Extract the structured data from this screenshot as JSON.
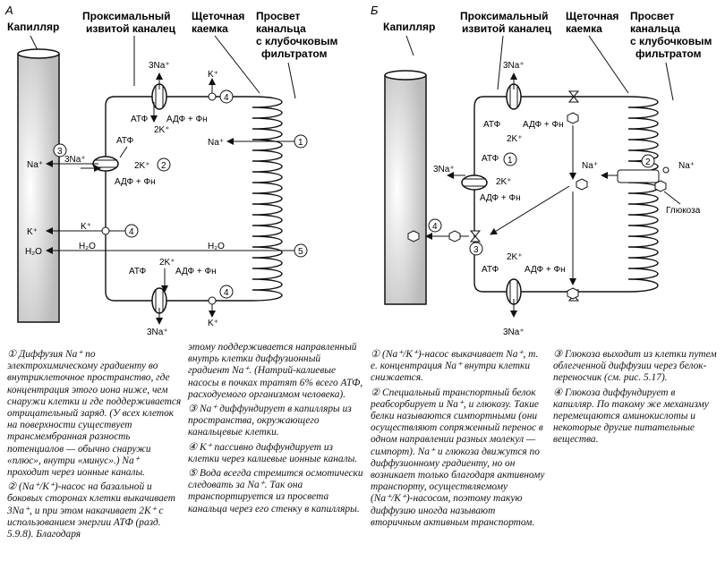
{
  "panel_a": {
    "letter": "А",
    "capillary": "Капилляр",
    "tubule": [
      "Проксимальный",
      "извитой каналец"
    ],
    "brush": [
      "Щеточная",
      "каемка"
    ],
    "lumen": [
      "Просвет",
      "канальца",
      "с клубочковым",
      "фильтратом"
    ],
    "top_na": "3Na⁺",
    "top_k": "K⁺",
    "atf": "АТФ",
    "adf": "АДФ + Фн",
    "two_k": "2K⁺",
    "na": "Na⁺",
    "three_na": "3Na⁺",
    "k": "K⁺",
    "h2o": "H₂O",
    "n1": "1",
    "n2": "2",
    "n3": "3",
    "n4": "4",
    "n5": "5"
  },
  "panel_b": {
    "letter": "Б",
    "capillary": "Капилляр",
    "tubule": [
      "Проксимальный",
      "извитой каналец"
    ],
    "brush": [
      "Щеточная",
      "каемка"
    ],
    "lumen": [
      "Просвет",
      "канальца",
      "с клубочковым",
      "фильтратом"
    ],
    "three_na": "3Na⁺",
    "atf": "АТФ",
    "adf": "АДФ + Фн",
    "two_k": "2K⁺",
    "na": "Na⁺",
    "glucose": "Глюкоза",
    "n1": "1",
    "n2": "2",
    "n3": "3",
    "n4": "4"
  },
  "text": {
    "col1": [
      "① Диффузия Na⁺ по электрохимическому градиенту во внутриклеточное пространство, где концентрация этого иона ниже, чем снаружи клетки и где поддерживается отрицательный заряд. (У всех клеток на поверхности существует трансмембранная разность потенциалов — обычно снаружи «плюс», внутри «минус».) Na⁺ проходит через ионные каналы.",
      "② (Na⁺/K⁺)-насос на базальной и боковых сторонах клетки выкачивает 3Na⁺, и при этом накачивает 2K⁺ с использованием энергии АТФ (разд. 5.9.8). Благодаря"
    ],
    "col2": [
      "этому поддерживается направленный внутрь клетки диффузионный градиент Na⁺. (Натрий-калиевые насосы в почках тратят 6% всего АТФ, расходуемого организмом человека).",
      "③ Na⁺ диффундирует в капилляры из пространства, окружающего канальцевые клетки.",
      "④ K⁺ пассивно диффундирует из клетки через калиевые ионные каналы.",
      "⑤ Вода всегда стремится осмотически следовать за Na⁺. Так она транспортируется из просвета канальца через его стенку в капилляры."
    ],
    "col3": [
      "① (Na⁺/K⁺)-насос выкачивает Na⁺, т. е. концентрация Na⁺ внутри клетки снижается.",
      "② Специальный транспортный белок реабсорбирует и Na⁺, и глюкозу. Такие белки называются симпортными (они осуществляют сопряженный перенос в одном направлении разных молекул — симпорт). Na⁺ и глюкоза движутся по диффузионному градиенту, но он возникает только благодаря активному транспорту, осуществляемому (Na⁺/K⁺)-насосом, поэтому такую диффузию иногда называют вторичным активным транспортом."
    ],
    "col4": [
      "③ Глюкоза выходит из клетки путем облегченной диффузии через белок-переносчик (см. рис. 5.17).",
      "④ Глюкоза диффундирует в капилляр. По такому же механизму перемещаются аминокислоты и некоторые другие питательные вещества."
    ]
  }
}
